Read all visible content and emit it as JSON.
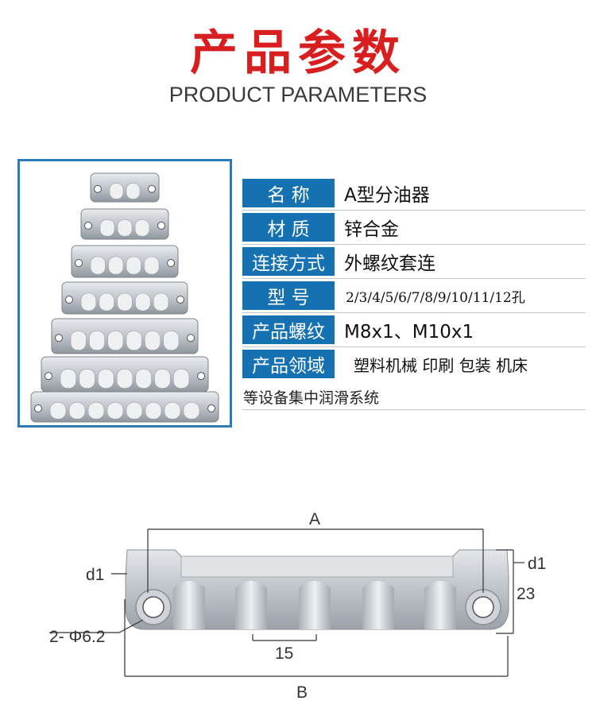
{
  "header": {
    "title_cn": "产品参数",
    "title_en": "PRODUCT PARAMETERS"
  },
  "specs": [
    {
      "label": "名 称",
      "value": "A型分油器"
    },
    {
      "label": "材 质",
      "value": "锌合金"
    },
    {
      "label": "连接方式",
      "value": "外螺纹套连"
    },
    {
      "label": "型 号",
      "value": "2/3/4/5/6/7/8/9/10/11/12孔"
    },
    {
      "label": "产品螺纹",
      "value": "M8x1、M10x1"
    },
    {
      "label": "产品领域",
      "value": "塑料机械 印刷 包装 机床"
    }
  ],
  "spec_continuation": "等设备集中润滑系统",
  "diagram": {
    "label_a": "A",
    "label_b": "B",
    "label_d1_left": "d1",
    "label_d1_right": "d1",
    "label_height": "23",
    "label_pitch": "15",
    "label_hole": "2- Φ6.2"
  },
  "colors": {
    "title_red": "#d81e1e",
    "label_blue": "#1671b3",
    "frame_blue": "#2c7bb6"
  }
}
